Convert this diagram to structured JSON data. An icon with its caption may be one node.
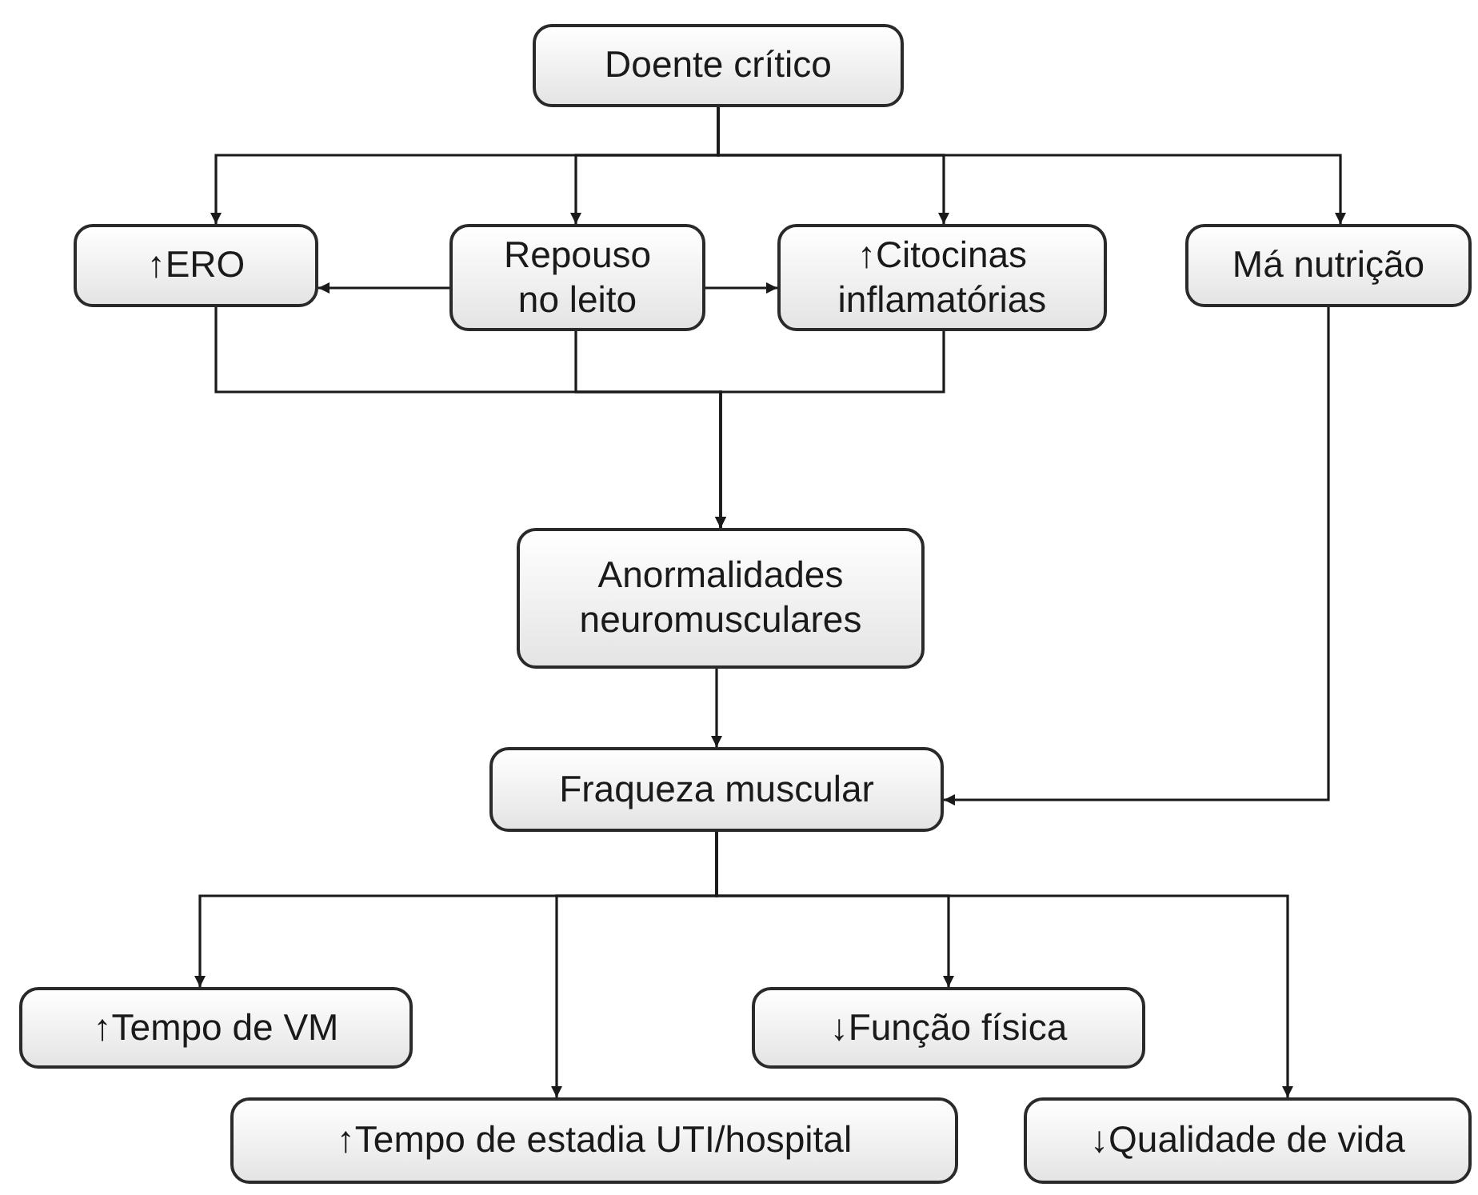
{
  "diagram": {
    "nodes": [
      {
        "text": [
          "Doente crítico"
        ]
      },
      {
        "text": [
          "↑ERO"
        ]
      },
      {
        "text": [
          "Repouso no leito"
        ]
      },
      {
        "text": [
          "↑Citocinas inflamatórias"
        ]
      },
      {
        "text": [
          "Má nutrição"
        ]
      },
      {
        "text": [
          "Anormalidades neuromusculares"
        ]
      },
      {
        "text": [
          "Fraqueza muscular"
        ]
      },
      {
        "text": [
          "↑Tempo de VM"
        ]
      },
      {
        "text": [
          "↑Tempo de estadia UTI/hospital"
        ]
      },
      {
        "text": [
          "↓Função física"
        ]
      },
      {
        "text": [
          "↓Qualidade de vida"
        ]
      }
    ],
    "edges": [
      {
        "from": 0,
        "to": 1,
        "arrow": "to"
      },
      {
        "from": 0,
        "to": 2,
        "arrow": "to"
      },
      {
        "from": 0,
        "to": 3,
        "arrow": "to"
      },
      {
        "from": 0,
        "to": 4,
        "arrow": "to"
      },
      {
        "from": 2,
        "to": 1,
        "arrow": "to"
      },
      {
        "from": 2,
        "to": 3,
        "arrow": "to"
      },
      {
        "from": 1,
        "to": 5,
        "arrow": "to"
      },
      {
        "from": 2,
        "to": 5,
        "arrow": "to"
      },
      {
        "from": 3,
        "to": 5,
        "arrow": "to"
      },
      {
        "from": 5,
        "to": 6,
        "arrow": "to"
      },
      {
        "from": 4,
        "to": 6,
        "arrow": "to"
      },
      {
        "from": 6,
        "to": 7,
        "arrow": "to"
      },
      {
        "from": 6,
        "to": 8,
        "arrow": "to"
      },
      {
        "from": 6,
        "to": 9,
        "arrow": "to"
      },
      {
        "from": 6,
        "to": 10,
        "arrow": "to"
      }
    ]
  }
}
